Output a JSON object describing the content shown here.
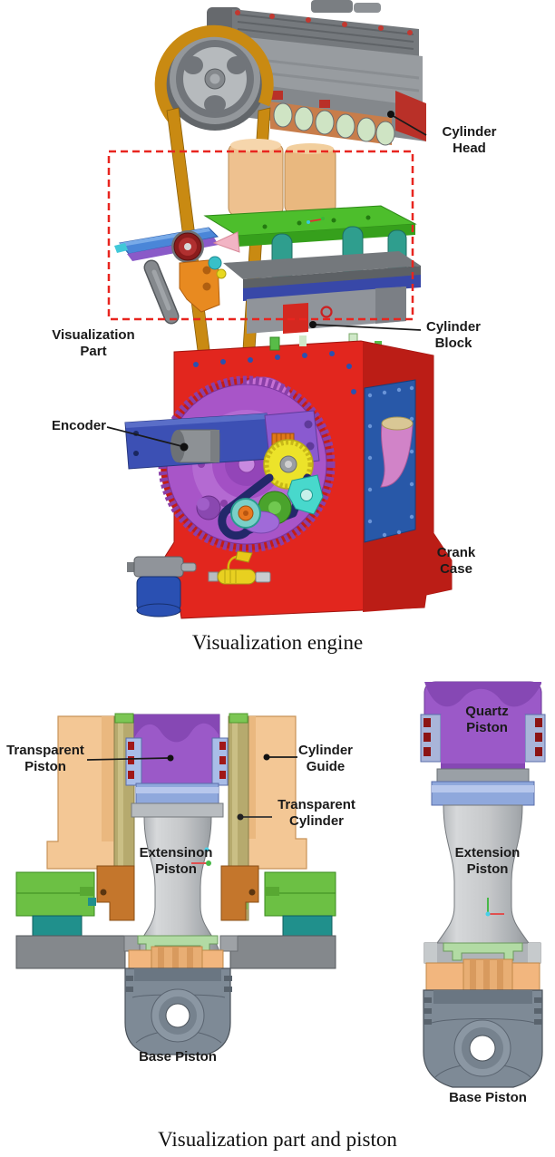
{
  "figure1": {
    "caption": "Visualization engine",
    "labels": {
      "cylinder_head": "Cylinder Head",
      "visualization_part": "Visualization Part",
      "cylinder_block": "Cylinder Block",
      "encoder": "Encoder",
      "crank_case": "Crank Case"
    }
  },
  "figure2": {
    "caption": "Visualization part and piston",
    "left_view_labels": {
      "transparent_piston": "Transparent Piston",
      "cylinder_guide": "Cylinder Guide",
      "transparent_cylinder": "Transparent Cylinder",
      "extension_piston": "Extensinon Piston",
      "base_piston": "Base Piston"
    },
    "right_view_labels": {
      "quartz_piston": "Quartz Piston",
      "extension_piston": "Extension Piston",
      "base_piston": "Base Piston"
    }
  },
  "colors": {
    "highlight_box_red": "#e8251f",
    "crank_case_red": "#e2261e",
    "green_plate": "#4dbe2c",
    "gear_purple": "#a855c8",
    "encoder_mount_blue": "#3c50b4",
    "piston_purple": "#9b59c8",
    "cylinder_guide_tan": "#f3c795",
    "label_text": "#1a1a1a"
  }
}
